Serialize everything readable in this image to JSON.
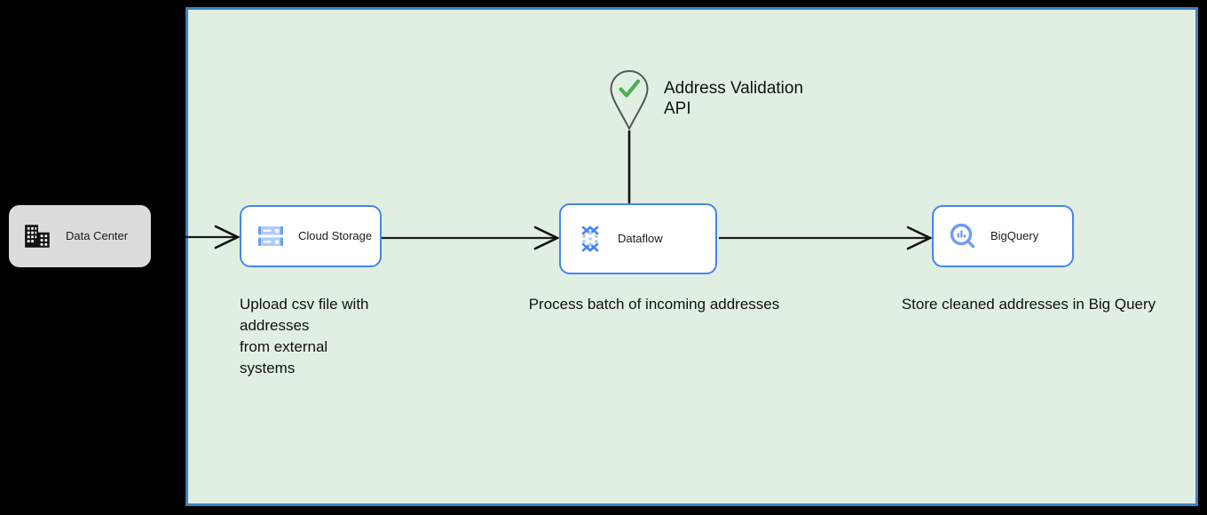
{
  "canvas": {
    "background_color": "#e1efe3",
    "border_color": "#3d82c4",
    "page_background": "#000000"
  },
  "nodes": [
    {
      "id": "data-center",
      "label": "Data Center",
      "icon": "building-icon",
      "style": "gray-rounded",
      "fill": "#dcdcdc"
    },
    {
      "id": "cloud-storage",
      "label": "Cloud Storage",
      "icon": "cloud-storage-icon",
      "style": "gcp-white-blue",
      "fill": "#ffffff",
      "border": "#4285f4"
    },
    {
      "id": "dataflow",
      "label": "Dataflow",
      "icon": "dataflow-icon",
      "style": "gcp-white-blue",
      "fill": "#ffffff",
      "border": "#4285f4"
    },
    {
      "id": "bigquery",
      "label": "BigQuery",
      "icon": "bigquery-icon",
      "style": "gcp-white-blue",
      "fill": "#ffffff",
      "border": "#4285f4"
    }
  ],
  "marker": {
    "label": "Address Validation\nAPI",
    "icon": "map-pin-check-icon",
    "pin_stroke": "#4d4d4d",
    "check_color": "#4caf50"
  },
  "captions": {
    "upload": "Upload csv file with\naddresses\nfrom external\nsystems",
    "process": "Process batch of incoming addresses",
    "store": "Store cleaned addresses in Big Query"
  },
  "connectors": [
    {
      "id": "edge-datacenter-to-cloudstorage",
      "from": "data-center",
      "to": "cloud-storage",
      "arrow": true
    },
    {
      "id": "edge-cloudstorage-to-dataflow",
      "from": "cloud-storage",
      "to": "dataflow",
      "arrow": true
    },
    {
      "id": "edge-dataflow-to-bigquery",
      "from": "dataflow",
      "to": "bigquery",
      "arrow": true
    },
    {
      "id": "edge-marker-to-dataflow",
      "from": "marker",
      "to": "dataflow",
      "arrow": false
    }
  ]
}
